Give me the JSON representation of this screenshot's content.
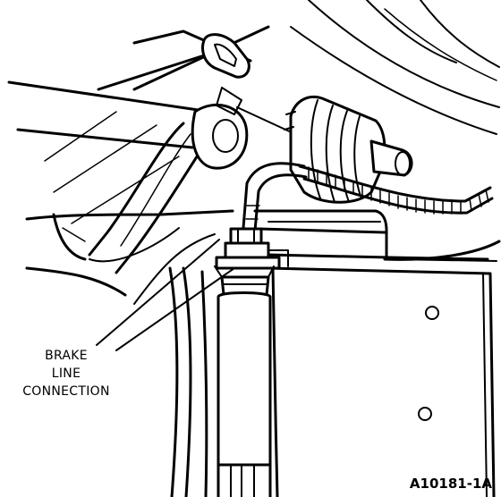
{
  "callout": {
    "line1": "BRAKE",
    "line2": "LINE",
    "line3": "CONNECTION"
  },
  "figure_id": "A10181-1A"
}
